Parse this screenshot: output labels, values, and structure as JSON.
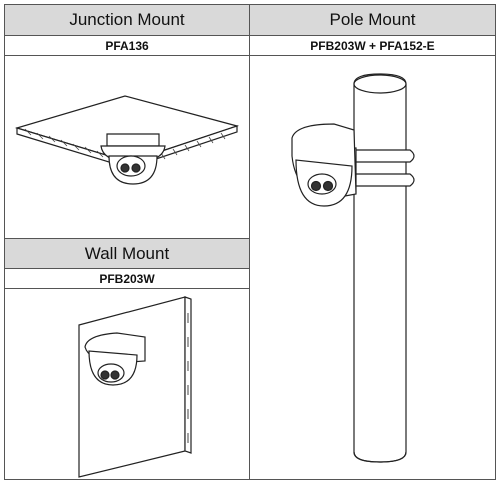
{
  "table": {
    "junction": {
      "title": "Junction Mount",
      "model": "PFA136"
    },
    "pole": {
      "title": "Pole Mount",
      "model": "PFB203W + PFA152-E"
    },
    "wall": {
      "title": "Wall Mount",
      "model": "PFB203W"
    }
  }
}
